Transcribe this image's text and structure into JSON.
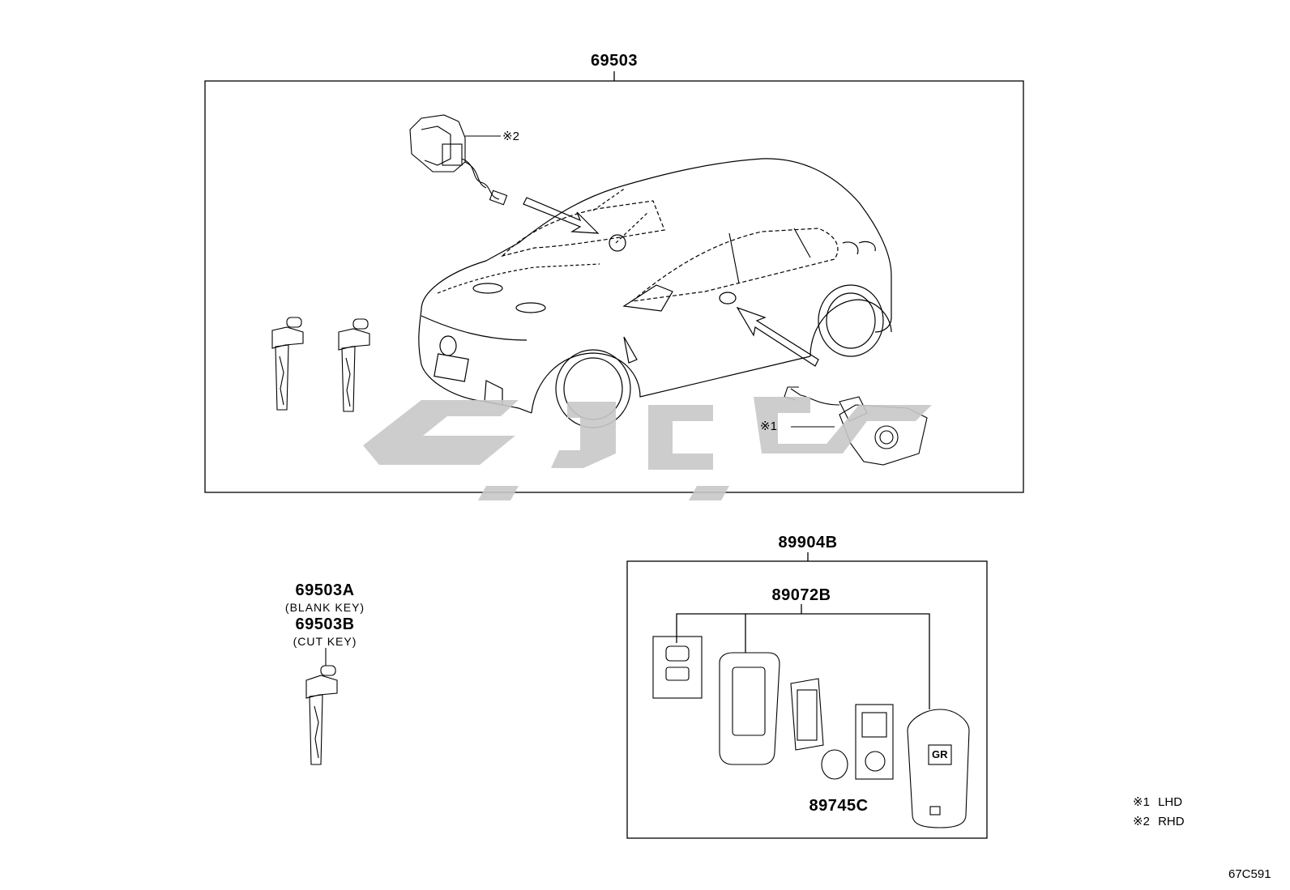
{
  "parts": {
    "main_kit": "69503",
    "blank_key": "69503A",
    "blank_key_desc": "(BLANK KEY)",
    "cut_key": "69503B",
    "cut_key_desc": "(CUT KEY)",
    "transmitter_kit": "89904B",
    "transmitter_case": "89072B",
    "battery": "89745C"
  },
  "callouts": {
    "lhd_marker": "※1",
    "rhd_marker": "※2"
  },
  "legend": [
    {
      "mark": "※1",
      "text": "LHD"
    },
    {
      "mark": "※2",
      "text": "RHD"
    }
  ],
  "emblem_text": "GR",
  "diagram_code": "67C591",
  "watermark_color": "#c8c8c8"
}
